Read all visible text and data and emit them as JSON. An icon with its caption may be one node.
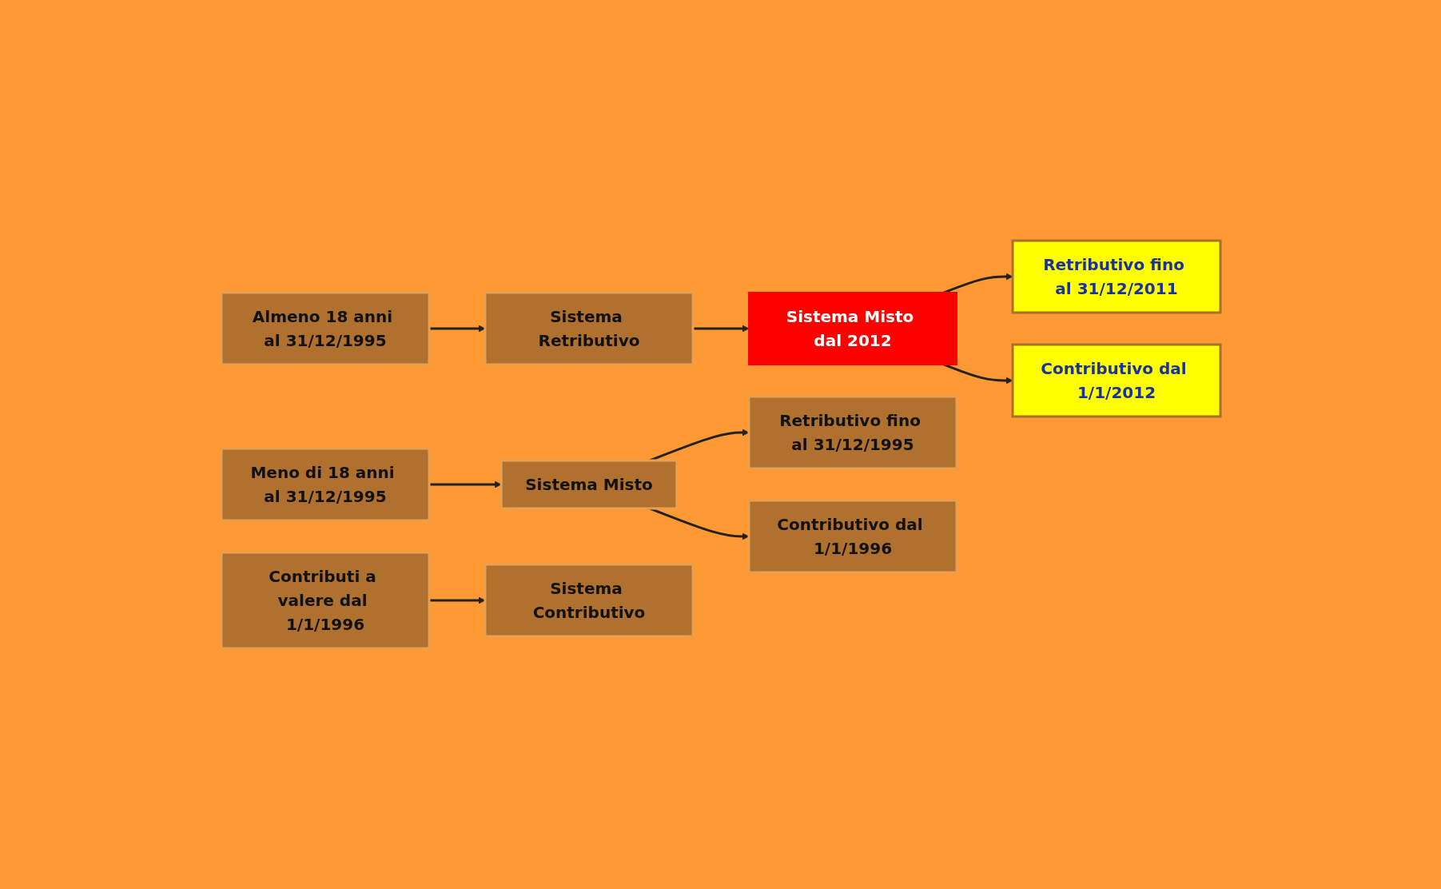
{
  "diagram": {
    "nodes": [
      {
        "text": [
          "Almeno 18 anni al 31/12/1995"
        ]
      },
      {
        "text": [
          "Sistema Retributivo"
        ]
      },
      {
        "text": [
          "Sistema Misto dal 2012"
        ]
      },
      {
        "text": [
          "Retributivo fino al 31/12/2011"
        ]
      },
      {
        "text": [
          "Contributivo dal 1/1/2012"
        ]
      },
      {
        "text": [
          "Meno di 18 anni al 31/12/1995"
        ]
      },
      {
        "text": [
          "Sistema Misto"
        ]
      },
      {
        "text": [
          "Retributivo fino al 31/12/1995"
        ]
      },
      {
        "text": [
          "Contributivo dal 1/1/1996"
        ]
      },
      {
        "text": [
          "Contributi a valere dal 1/1/1996"
        ]
      },
      {
        "text": [
          "Sistema Contributivo"
        ]
      }
    ],
    "edges": [
      {
        "from": 0,
        "to": 1,
        "arrow": "to"
      },
      {
        "from": 1,
        "to": 2,
        "arrow": "to"
      },
      {
        "from": 2,
        "to": 3,
        "arrow": "to"
      },
      {
        "from": 2,
        "to": 4,
        "arrow": "to"
      },
      {
        "from": 5,
        "to": 6,
        "arrow": "to"
      },
      {
        "from": 6,
        "to": 7,
        "arrow": "to"
      },
      {
        "from": 6,
        "to": 8,
        "arrow": "to"
      },
      {
        "from": 9,
        "to": 10,
        "arrow": "to"
      }
    ]
  }
}
